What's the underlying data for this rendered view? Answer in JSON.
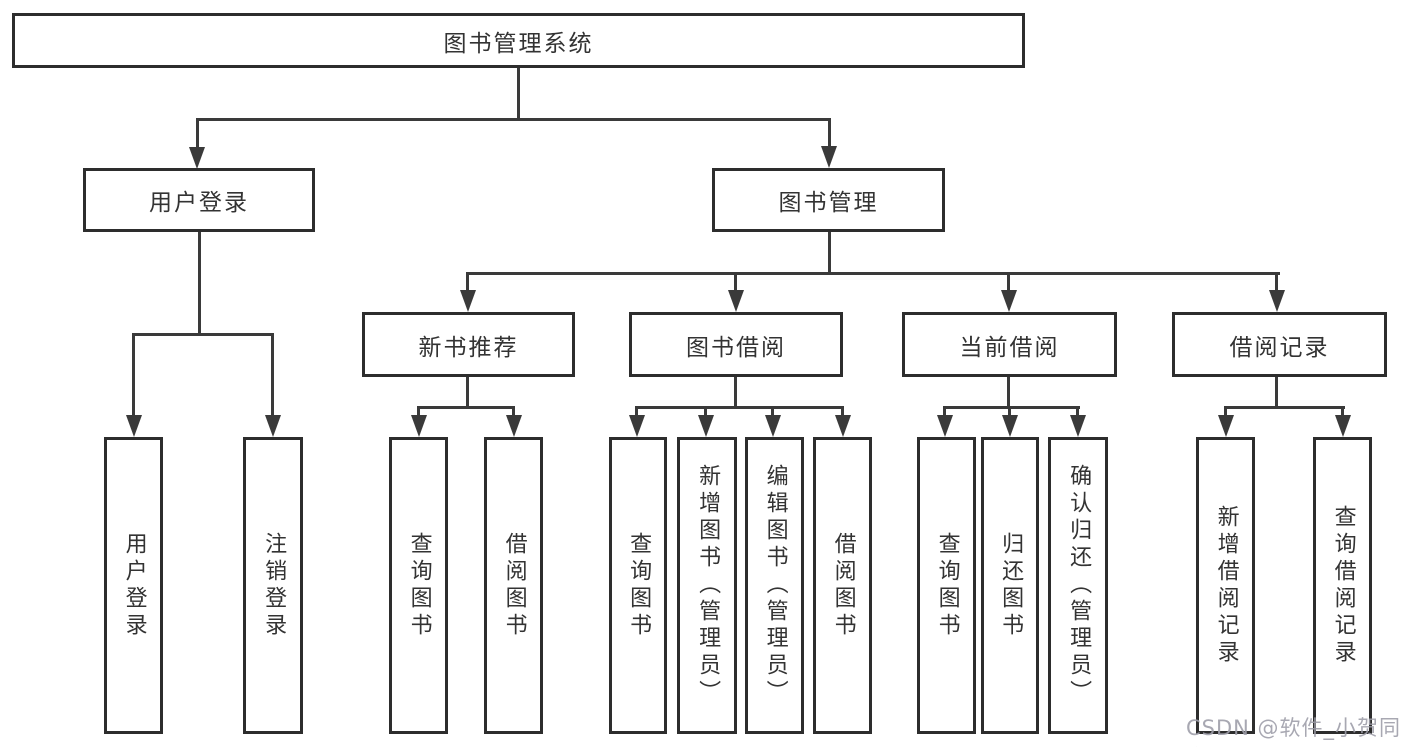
{
  "tree": {
    "label": "图书管理系统",
    "children": [
      {
        "label": "用户登录",
        "children": [
          {
            "label": "用户登录"
          },
          {
            "label": "注销登录"
          }
        ]
      },
      {
        "label": "图书管理",
        "children": [
          {
            "label": "新书推荐",
            "children": [
              {
                "label": "查询图书"
              },
              {
                "label": "借阅图书"
              }
            ]
          },
          {
            "label": "图书借阅",
            "children": [
              {
                "label": "查询图书"
              },
              {
                "label": "新增图书（管理员）"
              },
              {
                "label": "编辑图书（管理员）"
              },
              {
                "label": "借阅图书"
              }
            ]
          },
          {
            "label": "当前借阅",
            "children": [
              {
                "label": "查询图书"
              },
              {
                "label": "归还图书"
              },
              {
                "label": "确认归还（管理员）"
              }
            ]
          },
          {
            "label": "借阅记录",
            "children": [
              {
                "label": "新增借阅记录"
              },
              {
                "label": "查询借阅记录"
              }
            ]
          }
        ]
      }
    ]
  },
  "watermark": "CSDN @软件_小贺同学",
  "colors": {
    "line": "#3a3a3a",
    "box_border": "#2d2d2d",
    "text": "#333333",
    "background": "#ffffff",
    "watermark_text": "#9e9eaa"
  }
}
